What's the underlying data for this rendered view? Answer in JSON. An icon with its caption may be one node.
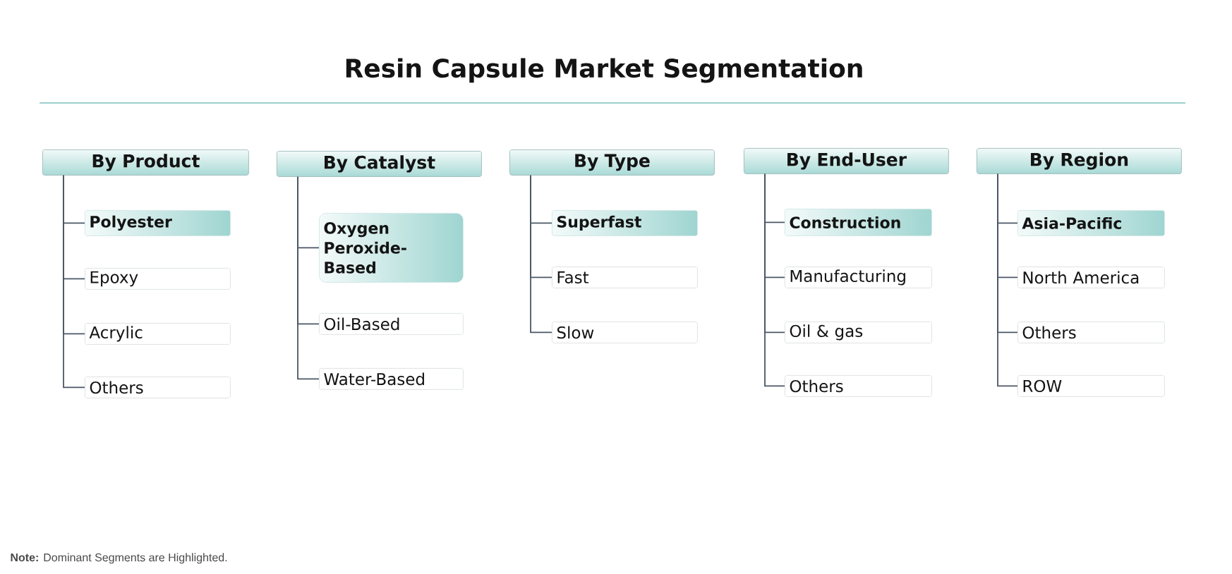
{
  "diagram": {
    "title": "Resin Capsule Market Segmentation",
    "nodes": [
      {
        "text": [
          "By Product"
        ]
      },
      {
        "text": [
          "Polyester"
        ]
      },
      {
        "text": [
          "Epoxy"
        ]
      },
      {
        "text": [
          "Acrylic"
        ]
      },
      {
        "text": [
          "Others"
        ]
      },
      {
        "text": [
          "By Catalyst"
        ]
      },
      {
        "text": [
          "Oxygen Peroxide-Based"
        ]
      },
      {
        "text": [
          "Oil-Based"
        ]
      },
      {
        "text": [
          "Water-Based"
        ]
      },
      {
        "text": [
          "By Type"
        ]
      },
      {
        "text": [
          "Superfast"
        ]
      },
      {
        "text": [
          "Fast"
        ]
      },
      {
        "text": [
          "Slow"
        ]
      },
      {
        "text": [
          "By End-User"
        ]
      },
      {
        "text": [
          "Construction"
        ]
      },
      {
        "text": [
          "Manufacturing"
        ]
      },
      {
        "text": [
          "Oil & gas"
        ]
      },
      {
        "text": [
          "Others"
        ]
      },
      {
        "text": [
          "By Region"
        ]
      },
      {
        "text": [
          "Asia-Pacific"
        ]
      },
      {
        "text": [
          "North America"
        ]
      },
      {
        "text": [
          "Others"
        ]
      },
      {
        "text": [
          "ROW"
        ]
      }
    ],
    "edges": [
      {
        "from": 0,
        "to": 1,
        "arrow": "none"
      },
      {
        "from": 0,
        "to": 2,
        "arrow": "none"
      },
      {
        "from": 0,
        "to": 3,
        "arrow": "none"
      },
      {
        "from": 0,
        "to": 4,
        "arrow": "none"
      },
      {
        "from": 5,
        "to": 6,
        "arrow": "none"
      },
      {
        "from": 5,
        "to": 7,
        "arrow": "none"
      },
      {
        "from": 5,
        "to": 8,
        "arrow": "none"
      },
      {
        "from": 9,
        "to": 10,
        "arrow": "none"
      },
      {
        "from": 9,
        "to": 11,
        "arrow": "none"
      },
      {
        "from": 9,
        "to": 12,
        "arrow": "none"
      },
      {
        "from": 13,
        "to": 14,
        "arrow": "none"
      },
      {
        "from": 13,
        "to": 15,
        "arrow": "none"
      },
      {
        "from": 13,
        "to": 16,
        "arrow": "none"
      },
      {
        "from": 13,
        "to": 17,
        "arrow": "none"
      },
      {
        "from": 18,
        "to": 19,
        "arrow": "none"
      },
      {
        "from": 18,
        "to": 20,
        "arrow": "none"
      },
      {
        "from": 18,
        "to": 21,
        "arrow": "none"
      },
      {
        "from": 18,
        "to": 22,
        "arrow": "none"
      }
    ],
    "labels": [
      "**Note:** Dominant Segments are Highlighted."
    ]
  }
}
